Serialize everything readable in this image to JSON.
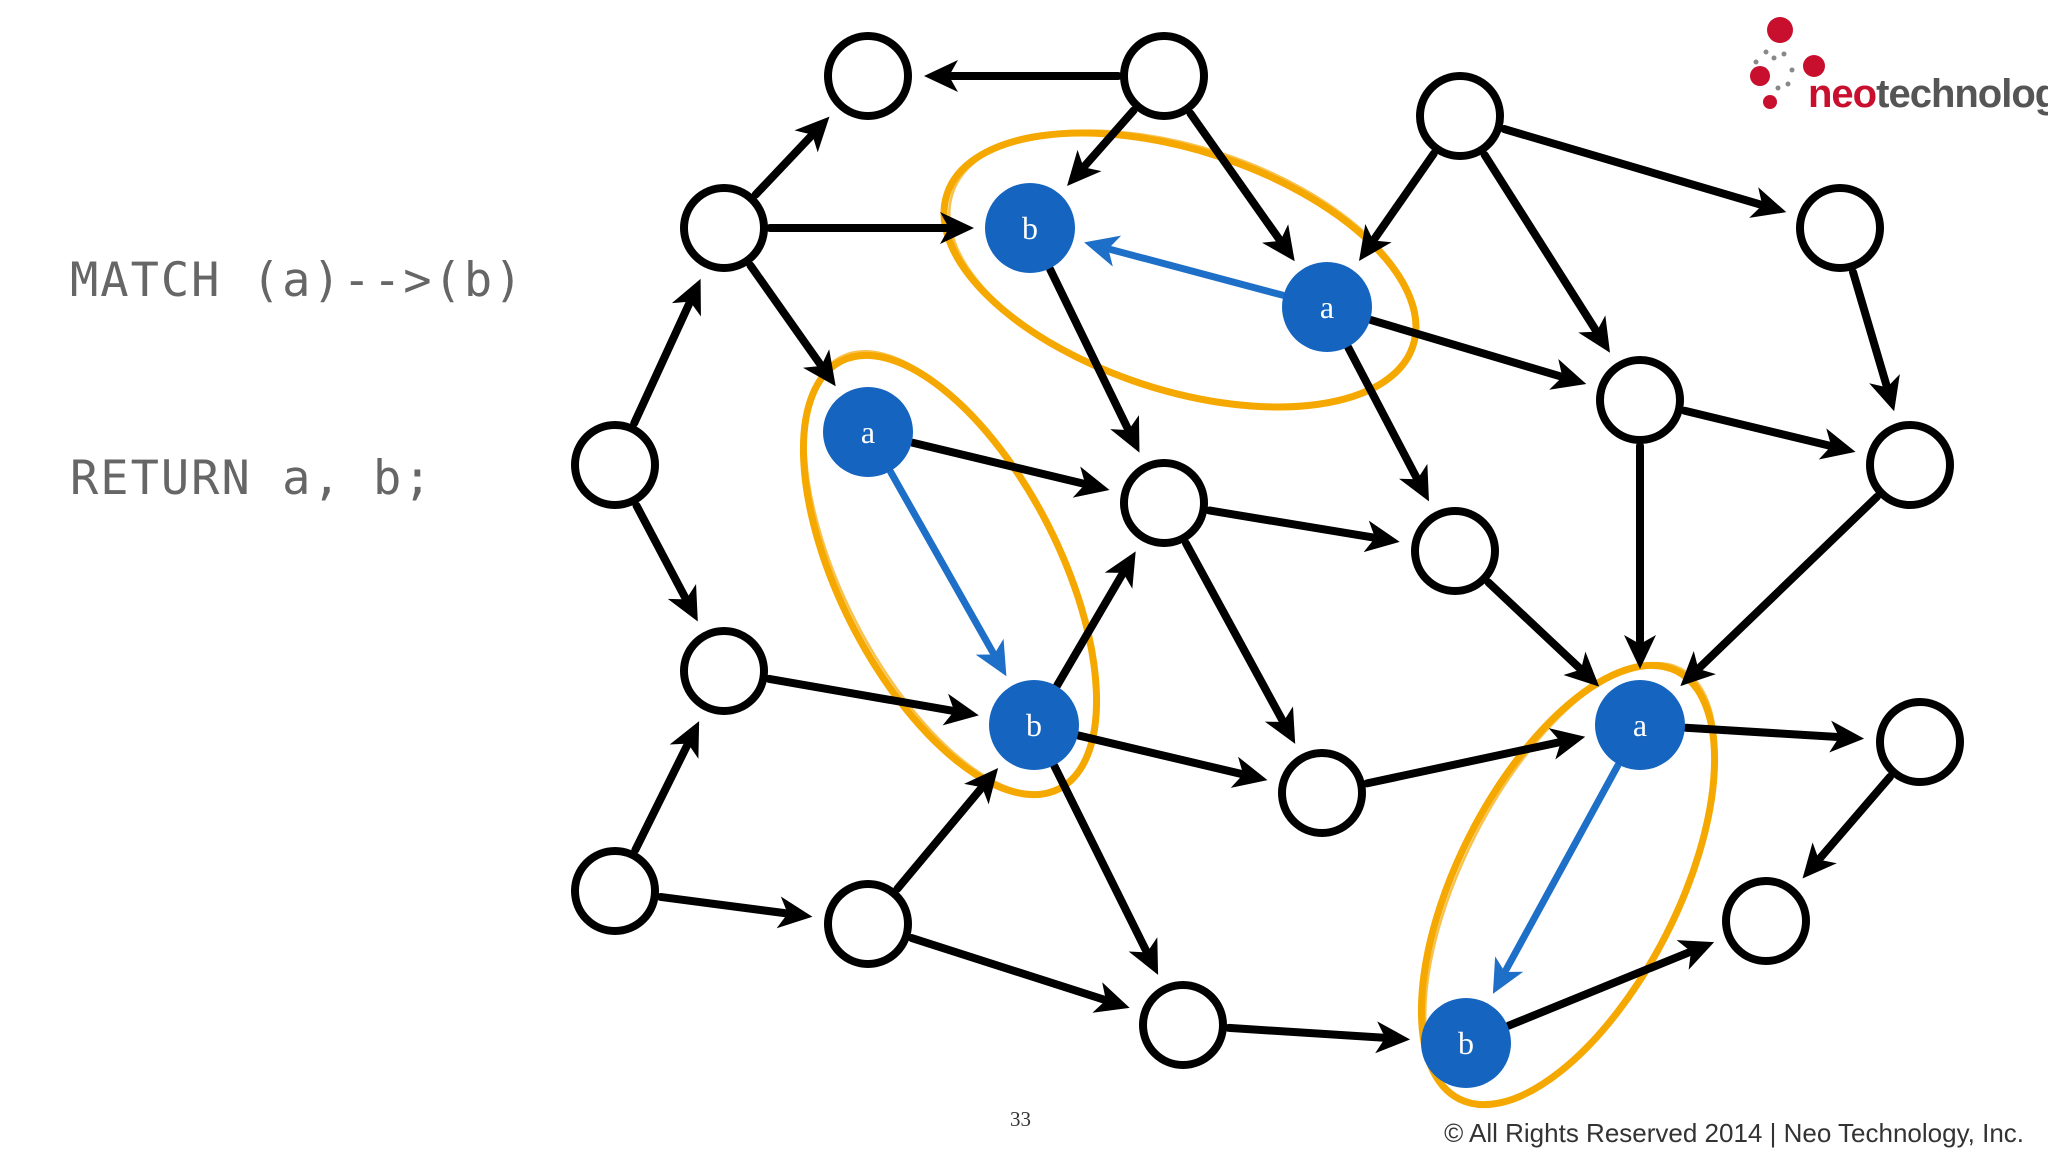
{
  "query": {
    "line1": "MATCH (a)-->(b)",
    "line2": "RETURN a, b;"
  },
  "logo": {
    "neo": "neo",
    "technology": "technology",
    "brand_red": "#c8102e",
    "brand_gray": "#555555"
  },
  "page_number": "33",
  "copyright": "© All Rights Reserved 2014 | Neo Technology, Inc.",
  "colors": {
    "highlight_node": "#1565c0",
    "highlight_edge": "#1e6fc8",
    "match_ellipse": "#f5a800",
    "edge": "#000000"
  },
  "matched_pairs": [
    {
      "a_label": "a",
      "b_label": "b"
    },
    {
      "a_label": "a",
      "b_label": "b"
    },
    {
      "a_label": "a",
      "b_label": "b"
    }
  ]
}
